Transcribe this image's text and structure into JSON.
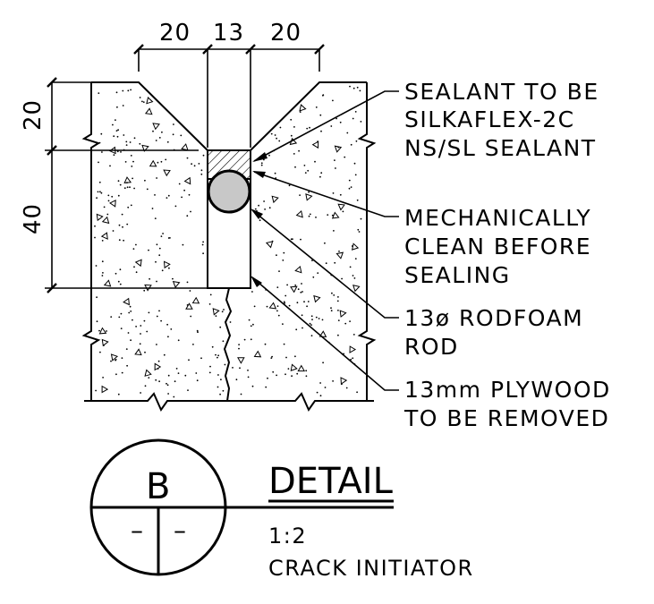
{
  "dimensions": {
    "top_left": "20",
    "top_mid": "13",
    "top_right": "20",
    "side_top": "20",
    "side_bottom": "40"
  },
  "callouts": {
    "sealant": [
      "SEALANT TO BE",
      "SILKAFLEX-2C",
      "NS/SL SEALANT"
    ],
    "clean": [
      "MECHANICALLY",
      "CLEAN BEFORE",
      "SEALING"
    ],
    "rod": [
      "13ø RODFOAM",
      "ROD"
    ],
    "plywood": [
      "13mm PLYWOOD",
      "TO BE REMOVED"
    ]
  },
  "title_block": {
    "bubble_letter": "B",
    "bubble_left": "–",
    "bubble_right": "–",
    "title": "DETAIL",
    "scale": "1:2",
    "subtitle": "CRACK INITIATOR"
  },
  "colors": {
    "line": "#000000",
    "rod_fill": "#c8c8c8"
  }
}
